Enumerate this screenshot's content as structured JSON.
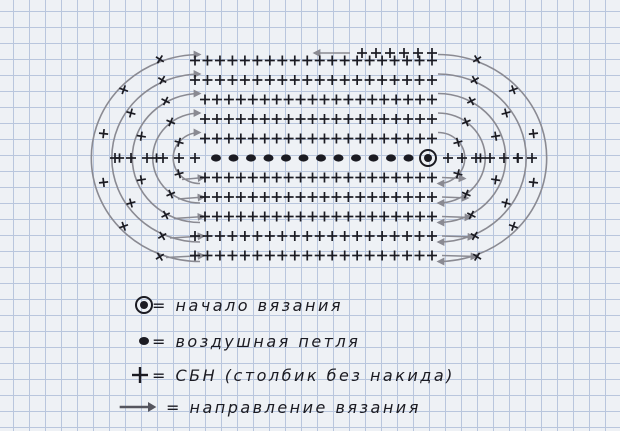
{
  "diagram": {
    "stitch_symbols": {
      "sc": "+",
      "chain": "•",
      "start": "⊙"
    },
    "foundation_chain_count": 12,
    "rows_above": 5,
    "rows_below": 5,
    "stitches_per_row": 19
  },
  "legend": {
    "items": [
      {
        "symbol": "start-icon",
        "symbol_char": "⊙",
        "text": "= начало вязания"
      },
      {
        "symbol": "chain-icon",
        "symbol_char": "•",
        "text": "= воздушная   петля"
      },
      {
        "symbol": "plus-icon",
        "symbol_char": "+",
        "text": "= СБН (столбик без накида)"
      },
      {
        "symbol": "arrow-icon",
        "symbol_char": "→",
        "text": "= направление вязания"
      }
    ]
  },
  "colors": {
    "ink": "#1b1b22",
    "arrow": "#8a8a92",
    "grid": "#b9c6dd",
    "paper": "#eef1f5"
  }
}
